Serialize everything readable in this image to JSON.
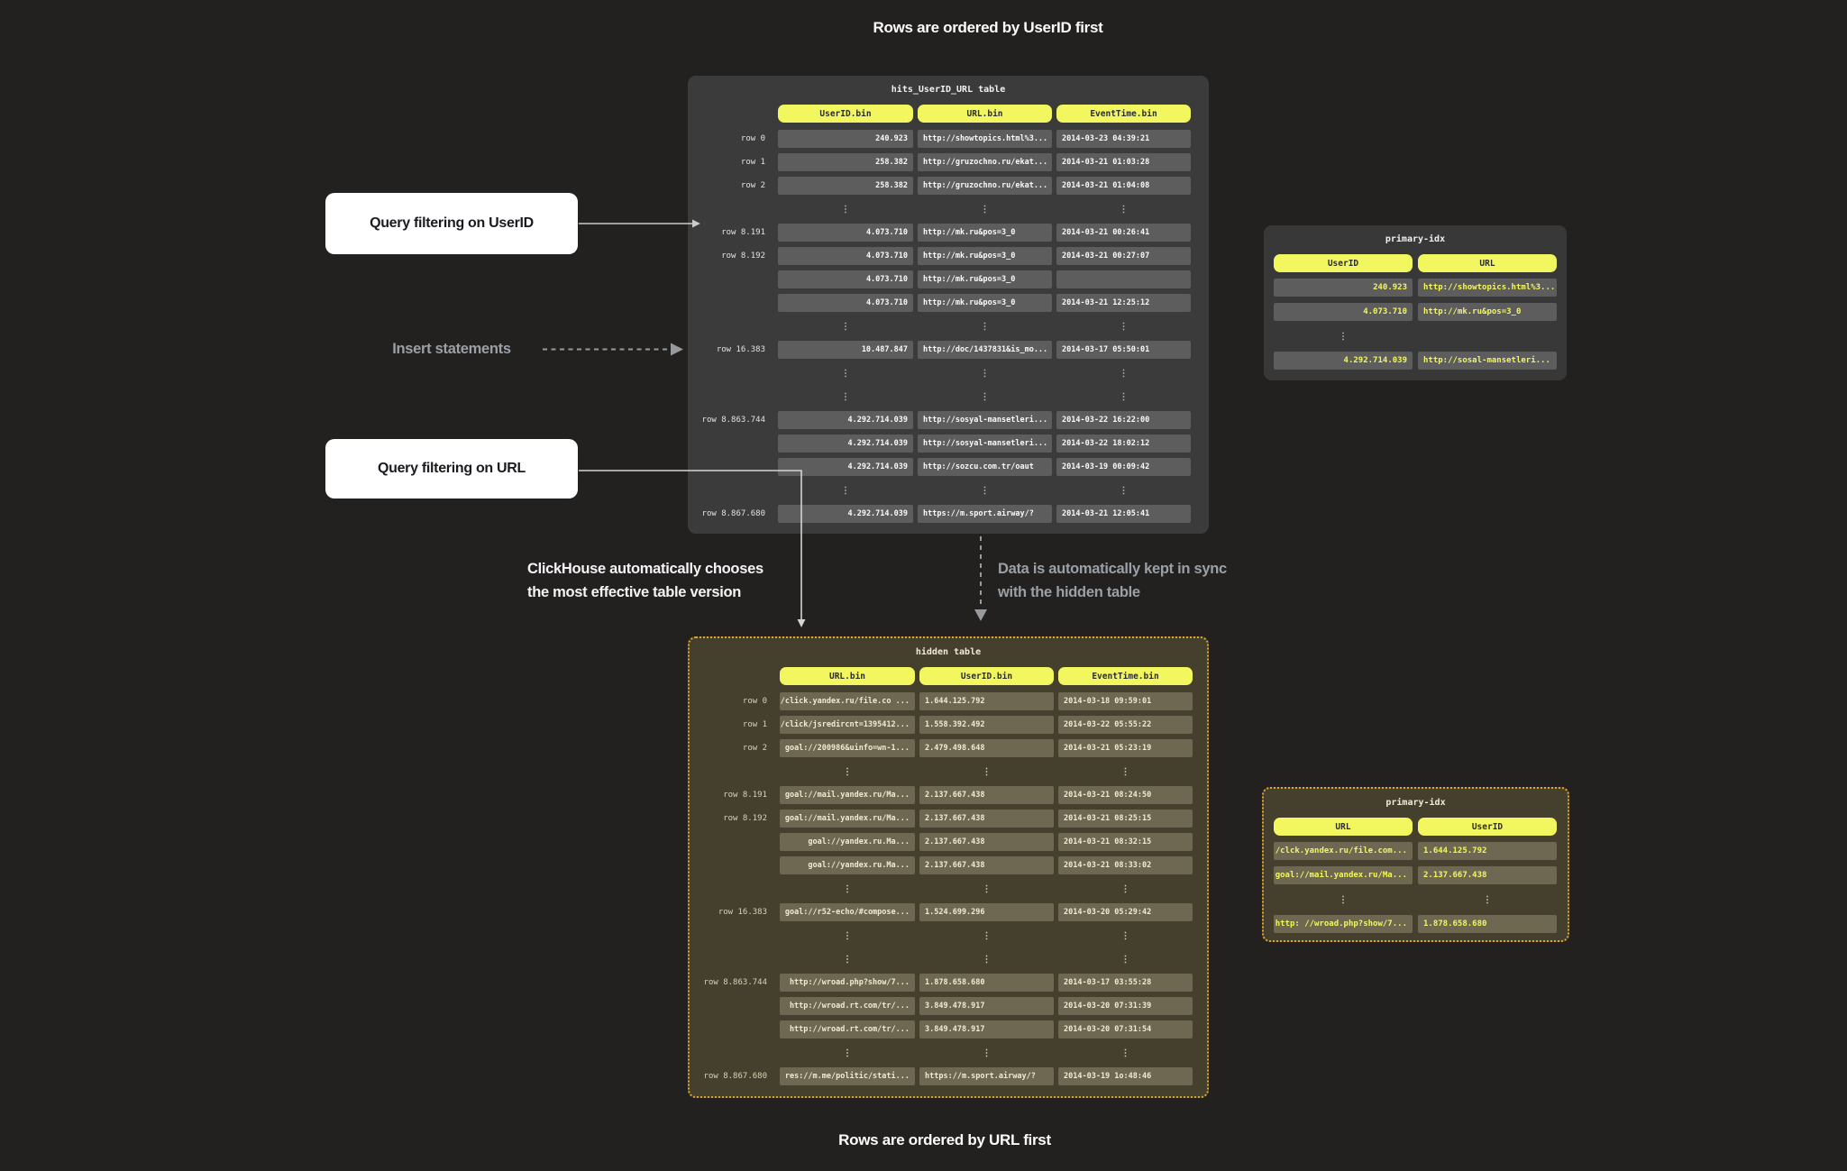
{
  "titles": {
    "top": "Rows are ordered by UserID first",
    "bottom": "Rows are ordered by URL first"
  },
  "annotations": {
    "query_userid": "Query filtering on UserID",
    "insert_statements": "Insert statements",
    "query_url": "Query filtering on URL",
    "chooses_line1": "ClickHouse automatically chooses",
    "chooses_line2": "the most effective table version",
    "sync_line1": "Data is automatically kept in sync",
    "sync_line2": "with the hidden table"
  },
  "glyphs": {
    "vertical_ellipsis": "⋮"
  },
  "colors": {
    "background": "#232120",
    "panel_gray": "#3b3b3b",
    "cell_gray": "#5d5d5d",
    "accent_yellow": "#f3f75f",
    "panel_olive": "#45402e",
    "cell_olive": "#6e6853",
    "cream_text": "#f0ead3",
    "amber_border": "#e0a42f",
    "arrow_gray": "#c9cbcd",
    "dashed_gray": "#97999c"
  },
  "tables": {
    "hits": {
      "title": "hits_UserID_URL table",
      "columns": [
        "UserID.bin",
        "URL.bin",
        "EventTime.bin"
      ],
      "rows": [
        {
          "label": "row 0",
          "cells": [
            "240.923",
            "http://showtopics.html%3...",
            "2014-03-23 04:39:21"
          ]
        },
        {
          "label": "row 1",
          "cells": [
            "258.382",
            "http://gruzochno.ru/ekat...",
            "2014-03-21 01:03:28"
          ]
        },
        {
          "label": "row 2",
          "cells": [
            "258.382",
            "http://gruzochno.ru/ekat...",
            "2014-03-21 01:04:08"
          ]
        },
        {
          "dots": [
            0,
            1,
            2
          ]
        },
        {
          "label": "row 8.191",
          "cells": [
            "4.073.710",
            "http://mk.ru&pos=3_0",
            "2014-03-21 00:26:41"
          ]
        },
        {
          "label": "row 8.192",
          "cells": [
            "4.073.710",
            "http://mk.ru&pos=3_0",
            "2014-03-21 00:27:07"
          ]
        },
        {
          "label": "",
          "cells": [
            "4.073.710",
            "http://mk.ru&pos=3_0",
            ""
          ]
        },
        {
          "label": "",
          "cells": [
            "4.073.710",
            "http://mk.ru&pos=3_0",
            "2014-03-21 12:25:12"
          ]
        },
        {
          "dots": [
            0,
            1,
            2
          ]
        },
        {
          "label": "row 16.383",
          "cells": [
            "10.487.847",
            "http://doc/1437831&is_mo...",
            "2014-03-17 05:50:01"
          ]
        },
        {
          "dots": [
            0,
            1,
            2
          ]
        },
        {
          "dots": [
            0,
            1,
            2
          ]
        },
        {
          "label": "row 8.863.744",
          "cells": [
            "4.292.714.039",
            "http://sosyal-mansetleri...",
            "2014-03-22 16:22:00"
          ]
        },
        {
          "label": "",
          "cells": [
            "4.292.714.039",
            "http://sosyal-mansetleri...",
            "2014-03-22 18:02:12"
          ]
        },
        {
          "label": "",
          "cells": [
            "4.292.714.039",
            "http://sozcu.com.tr/oaut",
            "2014-03-19 00:09:42"
          ]
        },
        {
          "dots": [
            0,
            1,
            2
          ]
        },
        {
          "label": "row 8.867.680",
          "cells": [
            "4.292.714.039",
            "https://m.sport.airway/?",
            "2014-03-21 12:05:41"
          ]
        }
      ]
    },
    "primary_top": {
      "title": "primary-idx",
      "columns": [
        "UserID",
        "URL"
      ],
      "rows": [
        {
          "cells": [
            "240.923",
            "http://showtopics.html%3..."
          ]
        },
        {
          "cells": [
            "4.073.710",
            "http://mk.ru&pos=3_0"
          ]
        },
        {
          "dots": [
            0
          ]
        },
        {
          "cells": [
            "4.292.714.039",
            "http://sosal-mansetleri..."
          ]
        }
      ]
    },
    "hidden": {
      "title": "hidden table",
      "columns": [
        "URL.bin",
        "UserID.bin",
        "EventTime.bin"
      ],
      "rows": [
        {
          "label": "row 0",
          "cells": [
            "/click.yandex.ru/file.co ...",
            "1.644.125.792",
            "2014-03-18 09:59:01"
          ]
        },
        {
          "label": "row 1",
          "cells": [
            "/click/jsredircnt=1395412...",
            "1.558.392.492",
            "2014-03-22 05:55:22"
          ]
        },
        {
          "label": "row 2",
          "cells": [
            "goal://200986&uinfo=wn-1...",
            "2.479.498.648",
            "2014-03-21 05:23:19"
          ]
        },
        {
          "dots": [
            0,
            1,
            2
          ]
        },
        {
          "label": "row 8.191",
          "cells": [
            "goal://mail.yandex.ru/Ma...",
            "2.137.667.438",
            "2014-03-21 08:24:50"
          ]
        },
        {
          "label": "row 8.192",
          "cells": [
            "goal://mail.yandex.ru/Ma...",
            "2.137.667.438",
            "2014-03-21 08:25:15"
          ]
        },
        {
          "label": "",
          "cells": [
            "goal://yandex.ru.Ma...",
            "2.137.667.438",
            "2014-03-21 08:32:15"
          ]
        },
        {
          "label": "",
          "cells": [
            "goal://yandex.ru.Ma...",
            "2.137.667.438",
            "2014-03-21 08:33:02"
          ]
        },
        {
          "dots": [
            0,
            1,
            2
          ]
        },
        {
          "label": "row 16.383",
          "cells": [
            "goal://r52-echo/#compose...",
            "1.524.699.296",
            "2014-03-20 05:29:42"
          ]
        },
        {
          "dots": [
            0,
            1,
            2
          ]
        },
        {
          "dots": [
            0,
            1,
            2
          ]
        },
        {
          "label": "row 8.863.744",
          "cells": [
            "http://wroad.php?show/7...",
            "1.878.658.680",
            "2014-03-17 03:55:28"
          ]
        },
        {
          "label": "",
          "cells": [
            "http://wroad.rt.com/tr/...",
            "3.849.478.917",
            "2014-03-20 07:31:39"
          ]
        },
        {
          "label": "",
          "cells": [
            "http://wroad.rt.com/tr/...",
            "3.849.478.917",
            "2014-03-20 07:31:54"
          ]
        },
        {
          "dots": [
            0,
            1,
            2
          ]
        },
        {
          "label": "row 8.867.680",
          "cells": [
            "res://m.me/politic/stati...",
            "https://m.sport.airway/?",
            "2014-03-19 1o:48:46"
          ]
        }
      ]
    },
    "primary_bottom": {
      "title": "primary-idx",
      "columns": [
        "URL",
        "UserID"
      ],
      "rows": [
        {
          "cells": [
            "/clck.yandex.ru/file.com...",
            "1.644.125.792"
          ]
        },
        {
          "cells": [
            "goal://mail.yandex.ru/Ma...",
            "2.137.667.438"
          ]
        },
        {
          "dots": [
            0,
            1
          ]
        },
        {
          "cells": [
            "http: //wroad.php?show/7...",
            "1.878.658.680"
          ]
        }
      ]
    }
  }
}
